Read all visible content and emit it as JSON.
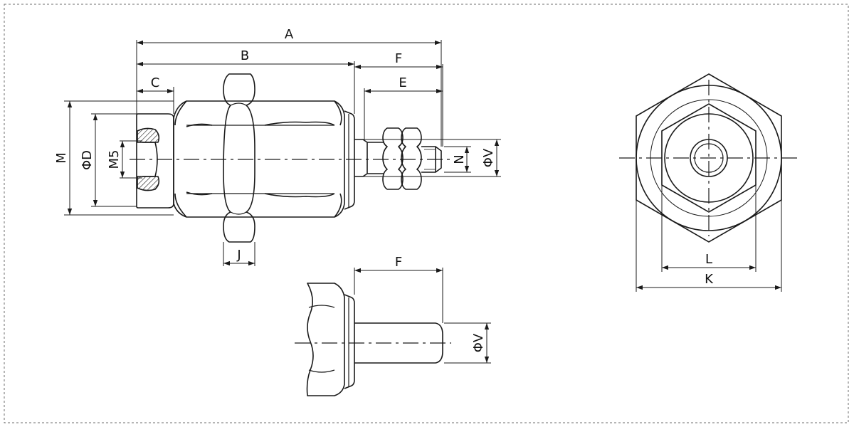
{
  "colors": {
    "line": "#1a1a1a",
    "hatch": "#1a1a1a",
    "border": "#6e6e6e",
    "background": "#ffffff"
  },
  "labels": {
    "A": "A",
    "B": "B",
    "C": "C",
    "E": "E",
    "F_main": "F",
    "F_detail": "F",
    "M": "M",
    "D": "ΦD",
    "M5": "M5",
    "N": "N",
    "V_main": "ΦV",
    "V_detail": "ΦV",
    "J": "J",
    "L": "L",
    "K": "K"
  },
  "views": [
    "side-view",
    "end-view",
    "detail-view"
  ]
}
